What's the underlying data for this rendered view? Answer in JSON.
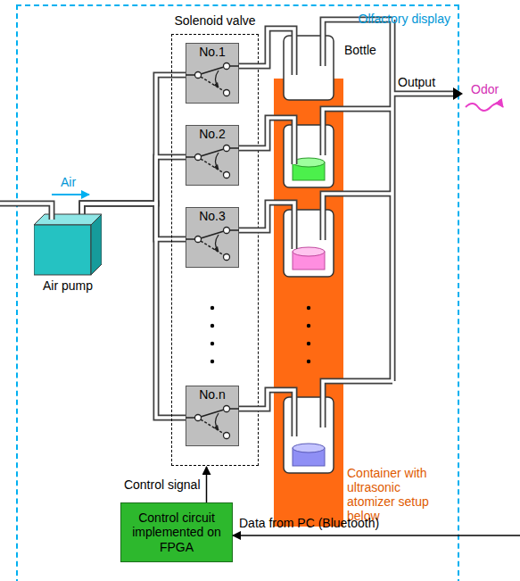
{
  "diagram": {
    "nodes": [
      {
        "text": [
          "Olfactory display"
        ]
      },
      {
        "text": [
          "Solenoid valve"
        ],
        "in": 0
      },
      {
        "text": [
          "No.1"
        ],
        "in": 1
      },
      {
        "text": [
          "No.2"
        ],
        "in": 1
      },
      {
        "text": [
          "No.3"
        ],
        "in": 1
      },
      {
        "text": [
          "No.n"
        ],
        "in": 1
      },
      {
        "text": [
          "Air pump"
        ],
        "in": 0
      },
      {
        "text": [
          "Container with ultrasonic atomizer setup below"
        ],
        "in": 0
      },
      {
        "text": [
          "Control circuit implemented on FPGA"
        ],
        "in": 0
      }
    ],
    "edges": [
      {
        "from": 6,
        "to": 2,
        "arrow": "none"
      },
      {
        "from": 6,
        "to": 3,
        "arrow": "none"
      },
      {
        "from": 6,
        "to": 4,
        "arrow": "none"
      },
      {
        "from": 6,
        "to": 5,
        "arrow": "none"
      },
      {
        "from": 8,
        "to": 1,
        "arrow": "to",
        "label": "Control signal"
      }
    ],
    "labels": [
      "Air",
      "Bottle",
      "Output",
      "Odor",
      "Data from PC (Bluetooth)"
    ]
  }
}
